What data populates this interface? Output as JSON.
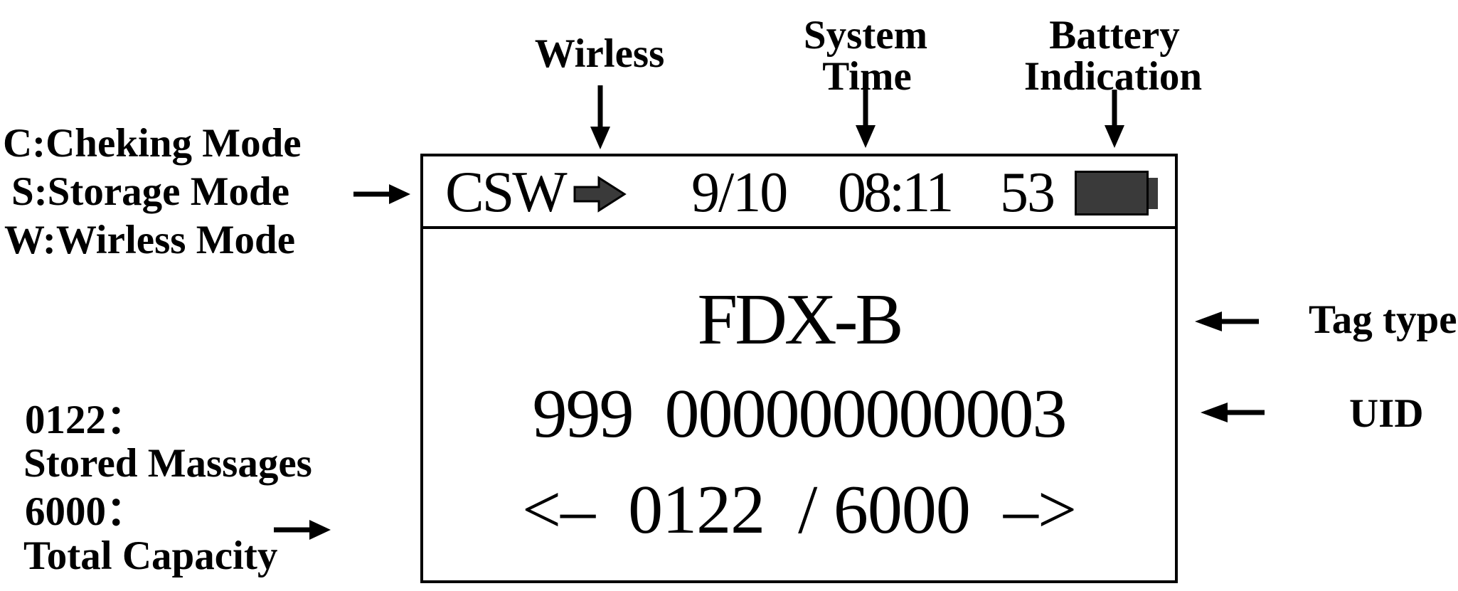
{
  "display": {
    "status_bar": {
      "mode_flags": "CSW",
      "date": "9/10",
      "time": "08:11",
      "battery_percent": "53"
    },
    "tag_type": "FDX-B",
    "uid": "999  000000000003",
    "counter": {
      "current": "0122",
      "total": "6000",
      "display": "<–  0122  / 6000  –>"
    }
  },
  "annotations": {
    "mode_legend": [
      "C:Cheking Mode",
      "S:Storage Mode",
      "W:Wirless Mode"
    ],
    "wireless_label": "Wirless",
    "system_time_label": [
      "System",
      "Time"
    ],
    "battery_label": [
      "Battery",
      "Indication"
    ],
    "tag_type_label": "Tag type",
    "uid_label": "UID",
    "stored_messages_label": [
      "0122：",
      "Stored Massages"
    ],
    "total_capacity_label": [
      "6000：",
      "Total Capacity"
    ]
  },
  "colors": {
    "ink": "#000000",
    "icon_fill": "#3a3a3a",
    "background": "#ffffff"
  }
}
